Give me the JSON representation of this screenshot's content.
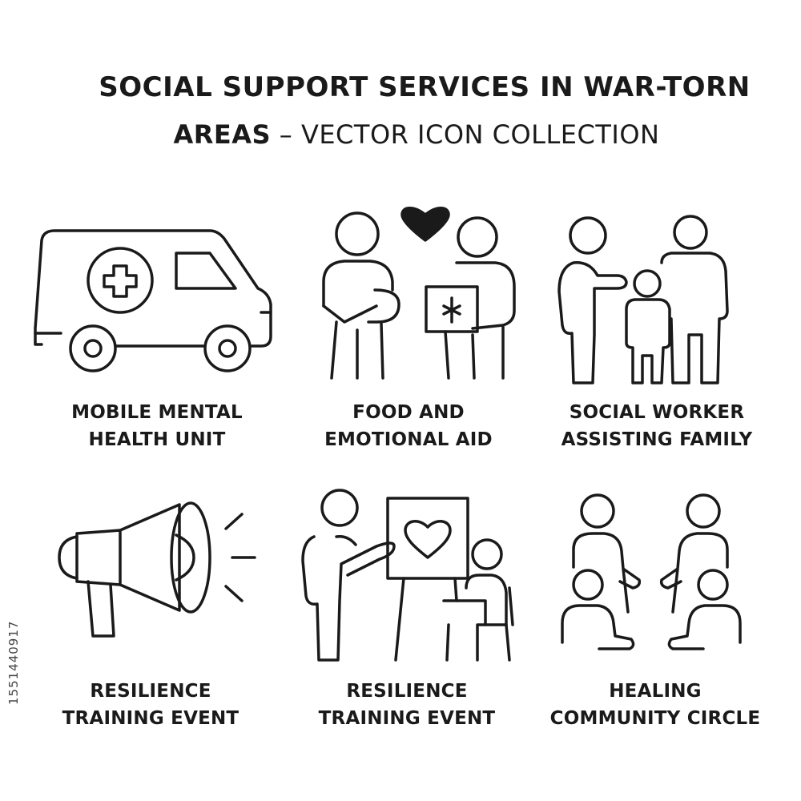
{
  "header": {
    "title_line1": "SOCIAL SUPPORT SERVICES IN WAR-TORN",
    "title_line2_bold": "AREAS",
    "title_line2_rest": " – VECTOR ICON COLLECTION"
  },
  "side_code": "1551440917",
  "icons": [
    {
      "icon": "ambulance-van-icon",
      "label_line1": "MOBILE MENTAL",
      "label_line2": "HEALTH UNIT"
    },
    {
      "icon": "food-aid-icon",
      "label_line1": "FOOD AND",
      "label_line2": "EMOTIONAL AID"
    },
    {
      "icon": "social-worker-family-icon",
      "label_line1": "SOCIAL WORKER",
      "label_line2": "ASSISTING FAMILY"
    },
    {
      "icon": "megaphone-icon",
      "label_line1": "RESILIENCE",
      "label_line2": "TRAINING EVENT"
    },
    {
      "icon": "presentation-board-icon",
      "label_line1": "RESILIENCE",
      "label_line2": "TRAINING EVENT"
    },
    {
      "icon": "community-circle-icon",
      "label_line1": "HEALING",
      "label_line2": "COMMUNITY CIRCLE"
    }
  ],
  "colors": {
    "stroke": "#1a1a1a",
    "background": "#ffffff"
  }
}
